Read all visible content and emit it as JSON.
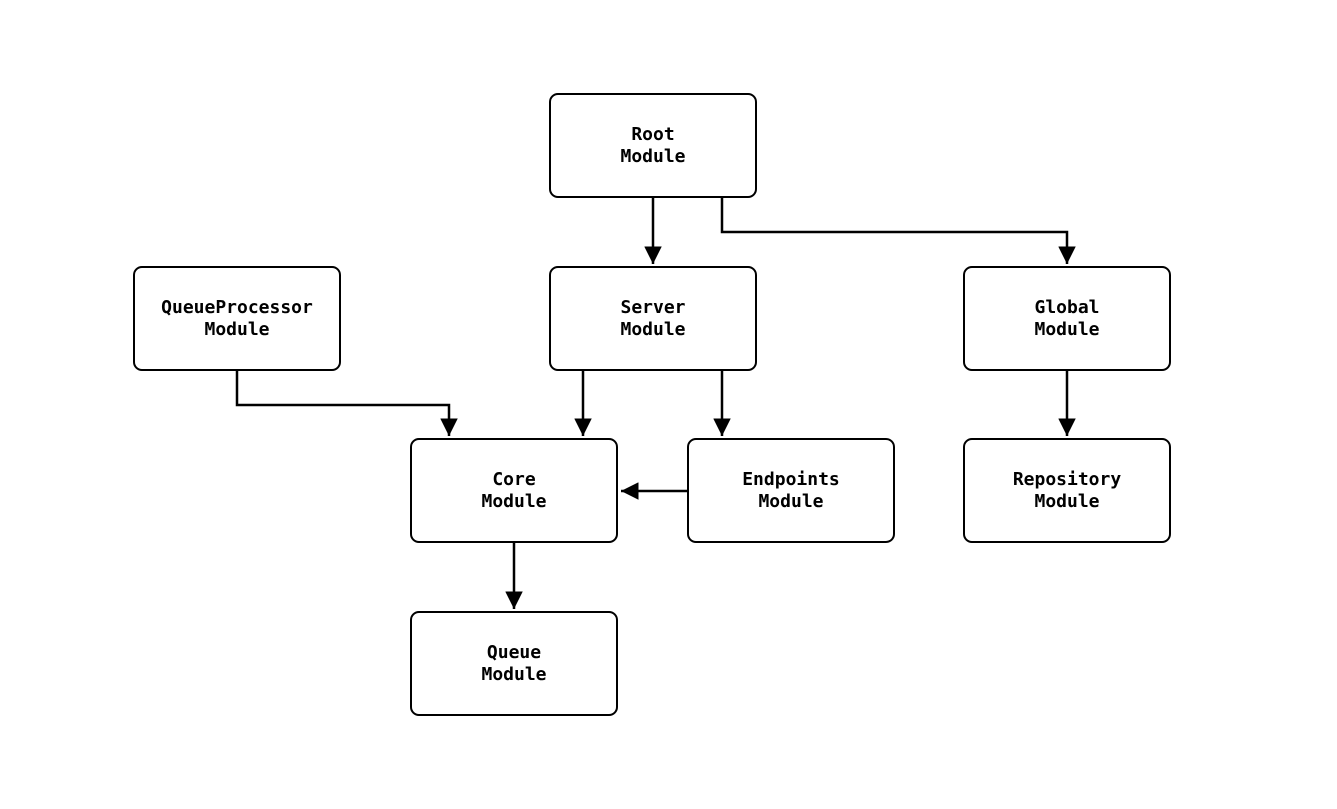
{
  "diagram": {
    "nodes": {
      "root": {
        "label": "Root\nModule"
      },
      "server": {
        "label": "Server\nModule"
      },
      "queueprocessor": {
        "label": "QueueProcessor\nModule"
      },
      "global": {
        "label": "Global\nModule"
      },
      "core": {
        "label": "Core\nModule"
      },
      "endpoints": {
        "label": "Endpoints\nModule"
      },
      "repository": {
        "label": "Repository\nModule"
      },
      "queue": {
        "label": "Queue\nModule"
      }
    },
    "edges": [
      {
        "from": "Root Module",
        "to": "Server Module"
      },
      {
        "from": "Root Module",
        "to": "Global Module"
      },
      {
        "from": "QueueProcessor Module",
        "to": "Core Module"
      },
      {
        "from": "Server Module",
        "to": "Core Module"
      },
      {
        "from": "Server Module",
        "to": "Endpoints Module"
      },
      {
        "from": "Endpoints Module",
        "to": "Core Module"
      },
      {
        "from": "Global Module",
        "to": "Repository Module"
      },
      {
        "from": "Core Module",
        "to": "Queue Module"
      }
    ],
    "colors": {
      "background": "#ffffff",
      "node_fill": "#ffffff",
      "node_border": "#000000",
      "edge": "#000000",
      "text": "#000000"
    }
  }
}
